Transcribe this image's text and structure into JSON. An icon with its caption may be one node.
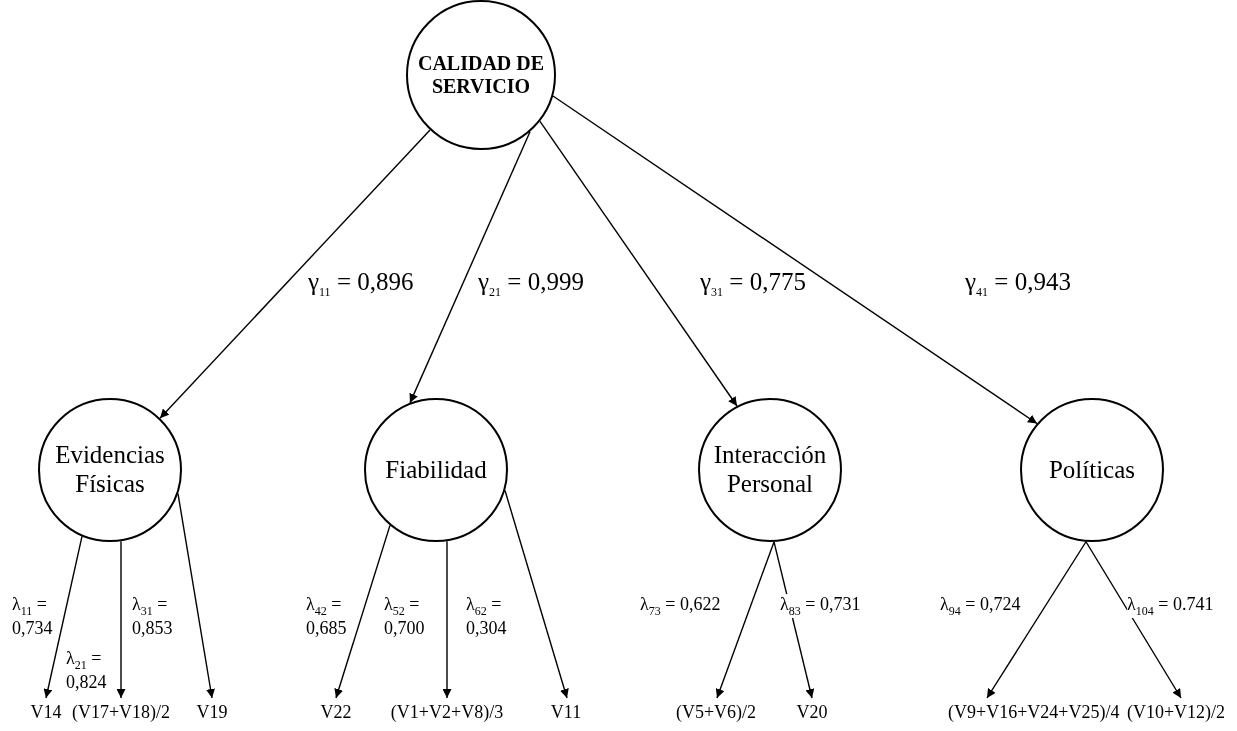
{
  "diagram": {
    "nodes": [
      {
        "text": [
          "CALIDAD DE SERVICIO"
        ]
      },
      {
        "text": [
          "Evidencias Físicas"
        ]
      },
      {
        "text": [
          "Fiabilidad"
        ]
      },
      {
        "text": [
          "Interacción Personal"
        ]
      },
      {
        "text": [
          "Políticas"
        ]
      },
      {
        "text": [
          "V14"
        ]
      },
      {
        "text": [
          "(V17+V18)/2"
        ]
      },
      {
        "text": [
          "V19"
        ]
      },
      {
        "text": [
          "V22"
        ]
      },
      {
        "text": [
          "(V1+V2+V8)/3"
        ]
      },
      {
        "text": [
          "V11"
        ]
      },
      {
        "text": [
          "(V5+V6)/2"
        ]
      },
      {
        "text": [
          "V20"
        ]
      },
      {
        "text": [
          "(V9+V16+V24+V25)/4"
        ]
      },
      {
        "text": [
          "(V10+V12)/2"
        ]
      }
    ],
    "edges": [
      {
        "from": 0,
        "to": 1,
        "arrow": "to",
        "label": "γ$_{11}$ = 0,896"
      },
      {
        "from": 0,
        "to": 2,
        "arrow": "to",
        "label": "γ$_{21}$ = 0,999"
      },
      {
        "from": 0,
        "to": 3,
        "arrow": "to",
        "label": "γ$_{31}$ = 0,775"
      },
      {
        "from": 0,
        "to": 4,
        "arrow": "to",
        "label": "γ$_{41}$ = 0,943"
      },
      {
        "from": 1,
        "to": 5,
        "arrow": "to",
        "label": "λ$_{11}$ = 0,734"
      },
      {
        "from": 1,
        "to": 6,
        "arrow": "to",
        "label": "λ$_{21}$ = 0,824"
      },
      {
        "from": 1,
        "to": 7,
        "arrow": "to",
        "label": "λ$_{31}$ = 0,853"
      },
      {
        "from": 2,
        "to": 8,
        "arrow": "to",
        "label": "λ$_{42}$ = 0,685"
      },
      {
        "from": 2,
        "to": 9,
        "arrow": "to",
        "label": "λ$_{52}$ = 0,700"
      },
      {
        "from": 2,
        "to": 10,
        "arrow": "to",
        "label": "λ$_{62}$ = 0,304"
      },
      {
        "from": 3,
        "to": 11,
        "arrow": "to",
        "label": "λ$_{73}$ = 0,622"
      },
      {
        "from": 3,
        "to": 12,
        "arrow": "to",
        "label": "λ$_{83}$ = 0,731"
      },
      {
        "from": 4,
        "to": 13,
        "arrow": "to",
        "label": "λ$_{94}$ = 0,724"
      },
      {
        "from": 4,
        "to": 14,
        "arrow": "to",
        "label": "λ$_{104}$ = 0.741"
      }
    ]
  }
}
